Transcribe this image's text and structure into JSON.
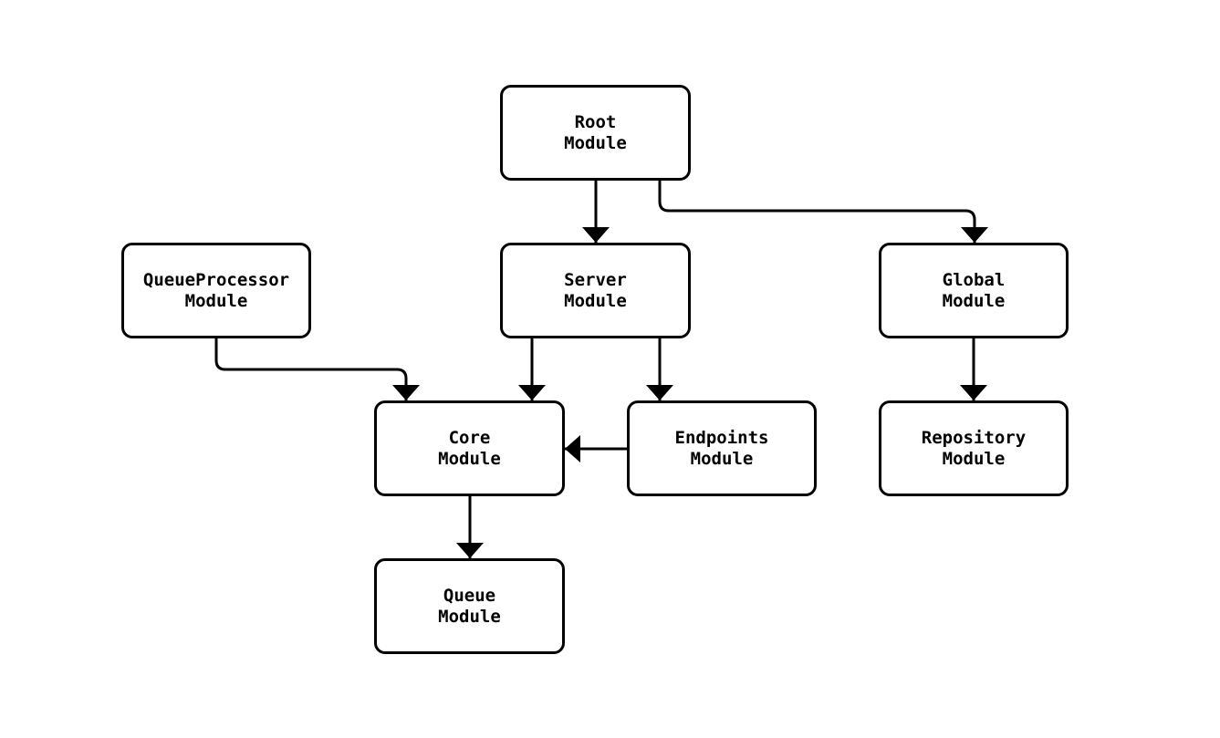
{
  "diagram": {
    "type": "flowchart",
    "direction": "top-down",
    "background_color": "#ffffff",
    "stroke_color": "#000000",
    "text_color": "#000000",
    "nodes": [
      {
        "id": "root",
        "label": "Root\nModule"
      },
      {
        "id": "queueprocessor",
        "label": "QueueProcessor\nModule"
      },
      {
        "id": "server",
        "label": "Server\nModule"
      },
      {
        "id": "global",
        "label": "Global\nModule"
      },
      {
        "id": "core",
        "label": "Core\nModule"
      },
      {
        "id": "endpoints",
        "label": "Endpoints\nModule"
      },
      {
        "id": "repository",
        "label": "Repository\nModule"
      },
      {
        "id": "queue",
        "label": "Queue\nModule"
      }
    ],
    "edges": [
      {
        "from": "root",
        "to": "server"
      },
      {
        "from": "root",
        "to": "global"
      },
      {
        "from": "queueprocessor",
        "to": "core"
      },
      {
        "from": "server",
        "to": "core"
      },
      {
        "from": "server",
        "to": "endpoints"
      },
      {
        "from": "endpoints",
        "to": "core"
      },
      {
        "from": "global",
        "to": "repository"
      },
      {
        "from": "core",
        "to": "queue"
      }
    ]
  }
}
